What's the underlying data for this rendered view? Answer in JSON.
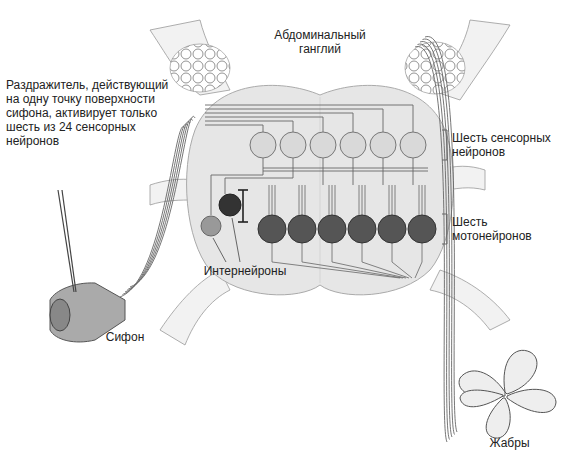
{
  "diagram": {
    "nodes": [
      {
        "text": [
          "Абдоминальный ганглий"
        ]
      },
      {
        "text": [
          "Сифон"
        ]
      },
      {
        "text": [
          "Жабры"
        ]
      }
    ],
    "edges": [
      {
        "from": 1,
        "to": 0,
        "arrow": "none"
      },
      {
        "from": 0,
        "to": 2,
        "arrow": "none"
      }
    ],
    "labels": [
      "Раздражитель, действующий на одну точку поверхности сифона, активирует только шесть из 24 сенсорных нейронов",
      "Шесть сенсорных нейронов",
      "Шесть мотонейронов",
      "Интернейроны"
    ]
  }
}
